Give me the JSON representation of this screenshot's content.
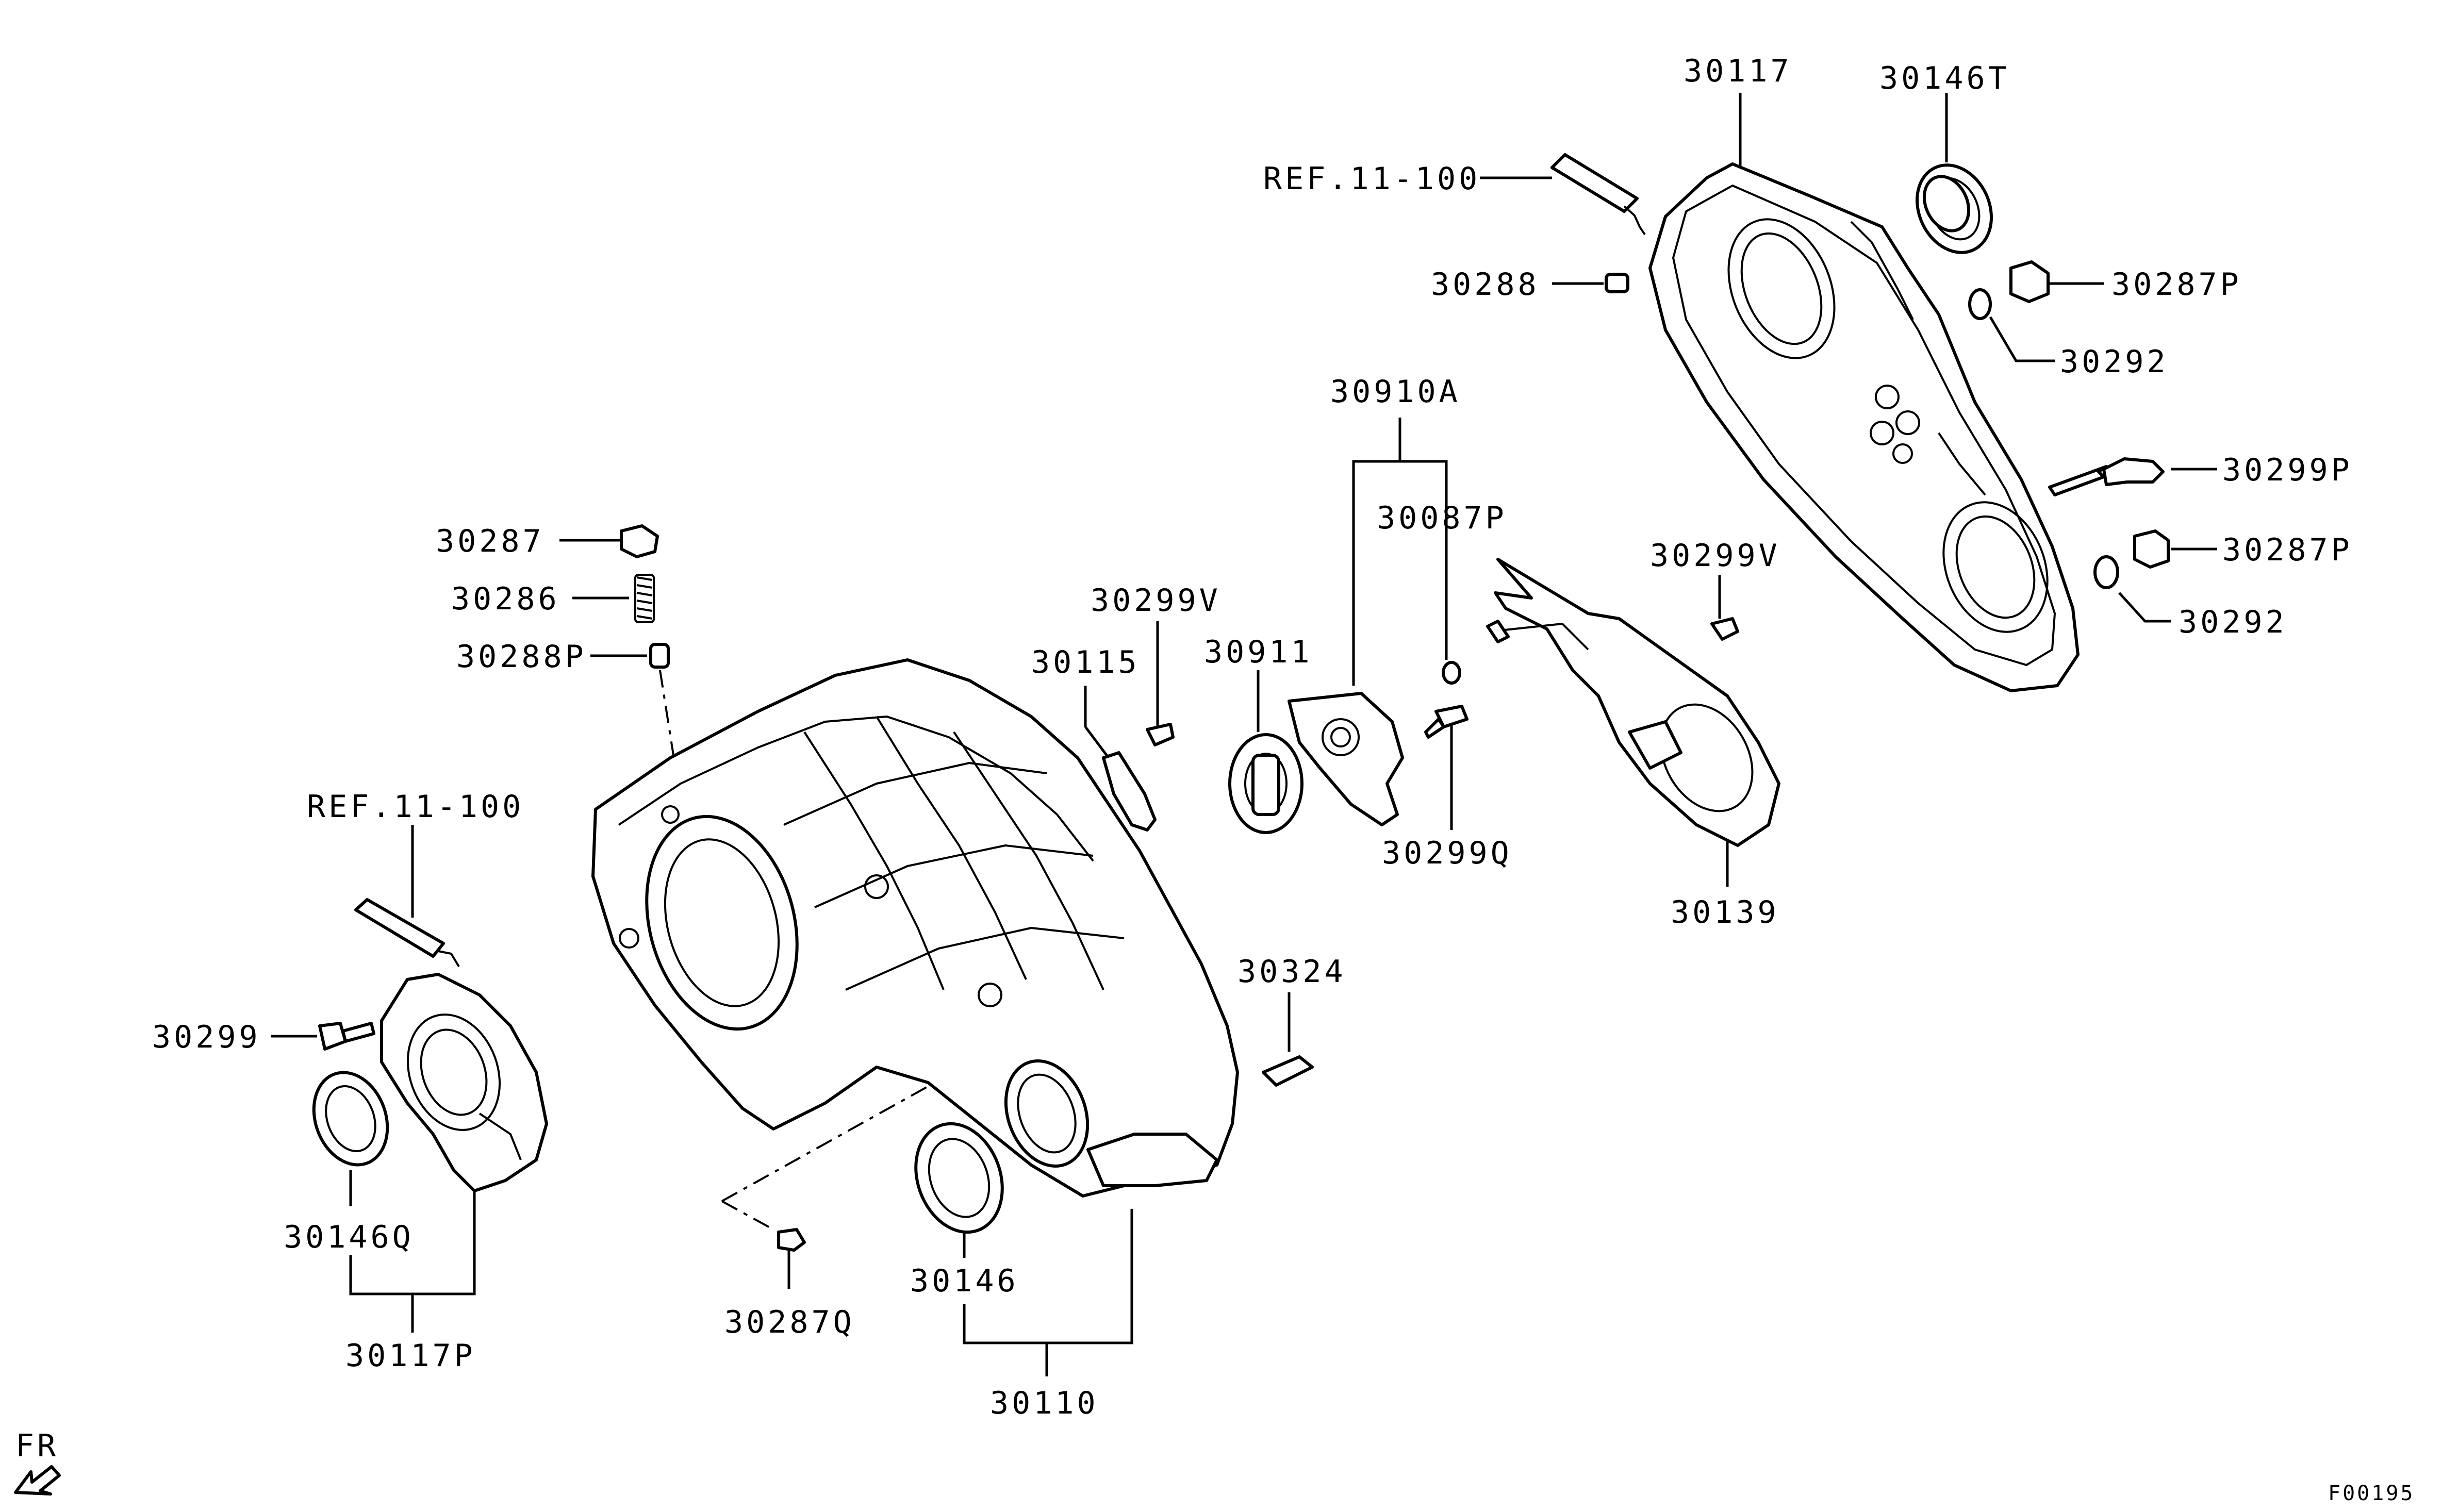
{
  "diagram": {
    "callouts": [
      {
        "id": "ref-11-100-top",
        "text": "REF.11-100"
      },
      {
        "id": "30117",
        "text": "30117"
      },
      {
        "id": "30146T",
        "text": "30146T"
      },
      {
        "id": "30288",
        "text": "30288"
      },
      {
        "id": "30287P-top",
        "text": "30287P"
      },
      {
        "id": "30292-top",
        "text": "30292"
      },
      {
        "id": "30910A",
        "text": "30910A"
      },
      {
        "id": "30087P",
        "text": "30087P"
      },
      {
        "id": "30299P",
        "text": "30299P"
      },
      {
        "id": "30299V-right",
        "text": "30299V"
      },
      {
        "id": "30287P-bottom",
        "text": "30287P"
      },
      {
        "id": "30292-bottom",
        "text": "30292"
      },
      {
        "id": "30287",
        "text": "30287"
      },
      {
        "id": "30286",
        "text": "30286"
      },
      {
        "id": "30288P",
        "text": "30288P"
      },
      {
        "id": "30299V-left",
        "text": "30299V"
      },
      {
        "id": "30115",
        "text": "30115"
      },
      {
        "id": "30911",
        "text": "30911"
      },
      {
        "id": "30299Q",
        "text": "30299Q"
      },
      {
        "id": "30139",
        "text": "30139"
      },
      {
        "id": "ref-11-100-left",
        "text": "REF.11-100"
      },
      {
        "id": "30324",
        "text": "30324"
      },
      {
        "id": "30299",
        "text": "30299"
      },
      {
        "id": "30146Q",
        "text": "30146Q"
      },
      {
        "id": "30117P",
        "text": "30117P"
      },
      {
        "id": "30287Q",
        "text": "30287Q"
      },
      {
        "id": "30146",
        "text": "30146"
      },
      {
        "id": "30110",
        "text": "30110"
      }
    ],
    "direction_label": "FR",
    "figure_code": "F00195"
  }
}
